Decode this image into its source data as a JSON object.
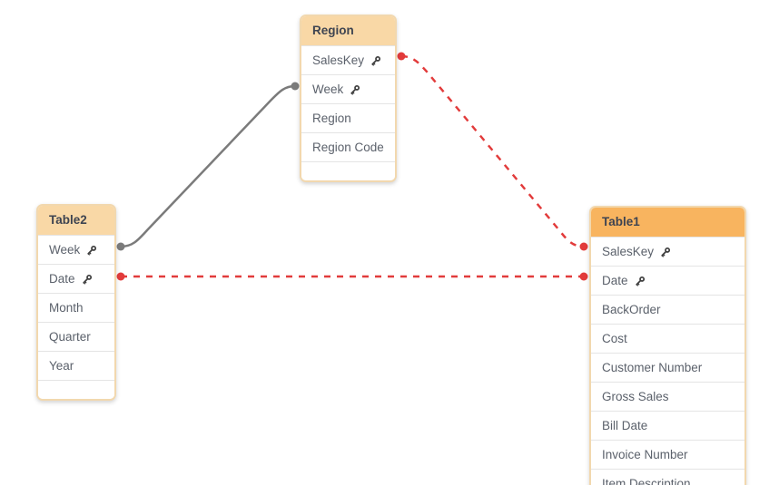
{
  "diagram": {
    "background": "#ffffff",
    "table_border_color": "#f2d8ae",
    "header_text_color": "#3e4451",
    "field_text_color": "#5b616b"
  },
  "tables": [
    {
      "title": "Region",
      "header_color": "#f9d8a6",
      "fields": [
        {
          "name": "SalesKey",
          "key": true
        },
        {
          "name": "Week",
          "key": true
        },
        {
          "name": "Region",
          "key": false
        },
        {
          "name": "Region Code",
          "key": false
        }
      ]
    },
    {
      "title": "Table2",
      "header_color": "#f9d8a6",
      "fields": [
        {
          "name": "Week",
          "key": true
        },
        {
          "name": "Date",
          "key": true
        },
        {
          "name": "Month",
          "key": false
        },
        {
          "name": "Quarter",
          "key": false
        },
        {
          "name": "Year",
          "key": false
        }
      ]
    },
    {
      "title": "Table1",
      "header_color": "#f8b45f",
      "fields": [
        {
          "name": "SalesKey",
          "key": true
        },
        {
          "name": "Date",
          "key": true
        },
        {
          "name": "BackOrder",
          "key": false
        },
        {
          "name": "Cost",
          "key": false
        },
        {
          "name": "Customer Number",
          "key": false
        },
        {
          "name": "Gross Sales",
          "key": false
        },
        {
          "name": "Bill Date",
          "key": false
        },
        {
          "name": "Invoice Number",
          "key": false
        },
        {
          "name": "Item Description",
          "key": false
        }
      ]
    }
  ],
  "connections": [
    {
      "from": "Table2.Week",
      "to": "Region.Week",
      "style": "solid",
      "color": "#7b7b7b"
    },
    {
      "from": "Region.SalesKey",
      "to": "Table1.SalesKey",
      "style": "dashed",
      "color": "#e23b3b"
    },
    {
      "from": "Table2.Date",
      "to": "Table1.Date",
      "style": "dashed",
      "color": "#e23b3b"
    }
  ]
}
